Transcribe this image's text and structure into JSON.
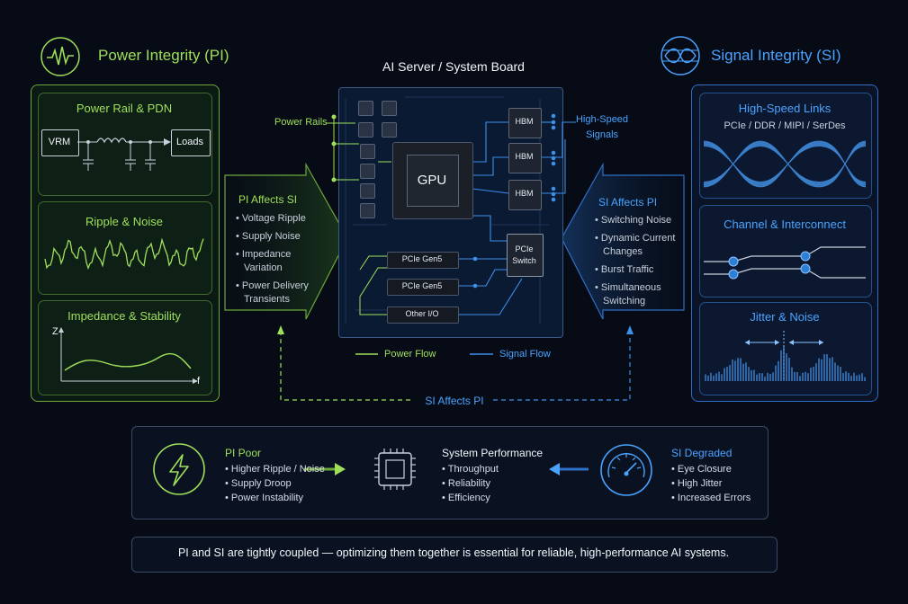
{
  "pi": {
    "title": "Power Integrity (PI)",
    "rail": {
      "title": "Power Rail & PDN",
      "vrm": "VRM",
      "loads": "Loads"
    },
    "ripple": {
      "title": "Ripple & Noise"
    },
    "impedance": {
      "title": "Impedance & Stability",
      "y_label": "Z",
      "x_label": "f"
    }
  },
  "si": {
    "title": "Signal Integrity (SI)",
    "links": {
      "title": "High-Speed Links",
      "subtitle": "PCIe / DDR / MIPI / SerDes"
    },
    "channel": {
      "title": "Channel & Interconnect"
    },
    "jitter": {
      "title": "Jitter & Noise"
    }
  },
  "board": {
    "title": "AI Server / System Board",
    "power_rails": "Power Rails",
    "high_speed_line1": "High-Speed",
    "high_speed_line2": "Signals",
    "gpu": "GPU",
    "hbm": [
      "HBM",
      "HBM",
      "HBM"
    ],
    "pcie_switch_line1": "PCIe",
    "pcie_switch_line2": "Switch",
    "slots": [
      "PCIe Gen5",
      "PCIe Gen5",
      "Other I/O"
    ],
    "legend_power": "Power Flow",
    "legend_signal": "Signal Flow"
  },
  "pi_affects_si": {
    "title": "PI Affects SI",
    "items": [
      "Voltage Ripple",
      "Supply Noise",
      "Impedance",
      "Variation",
      "Power Delivery",
      "Transients"
    ]
  },
  "si_affects_pi": {
    "title": "SI Affects PI",
    "items": [
      "Switching Noise",
      "Dynamic Current",
      "Changes",
      "Burst Traffic",
      "Simultaneous",
      "Switching"
    ]
  },
  "loop_label": "SI Affects PI",
  "summary": {
    "pi_poor": {
      "title": "PI Poor",
      "items": [
        "Higher Ripple / Noise",
        "Supply Droop",
        "Power Instability"
      ]
    },
    "system": {
      "title": "System Performance",
      "items": [
        "Throughput",
        "Reliability",
        "Efficiency"
      ]
    },
    "si_degraded": {
      "title": "SI Degraded",
      "items": [
        "Eye Closure",
        "High Jitter",
        "Increased Errors"
      ]
    }
  },
  "footer": "PI and SI are tightly coupled — optimizing them together is essential for reliable, high-performance AI systems.",
  "colors": {
    "pi_green": "#9fe05a",
    "si_blue": "#4aa3ff",
    "background": "#060b16"
  }
}
